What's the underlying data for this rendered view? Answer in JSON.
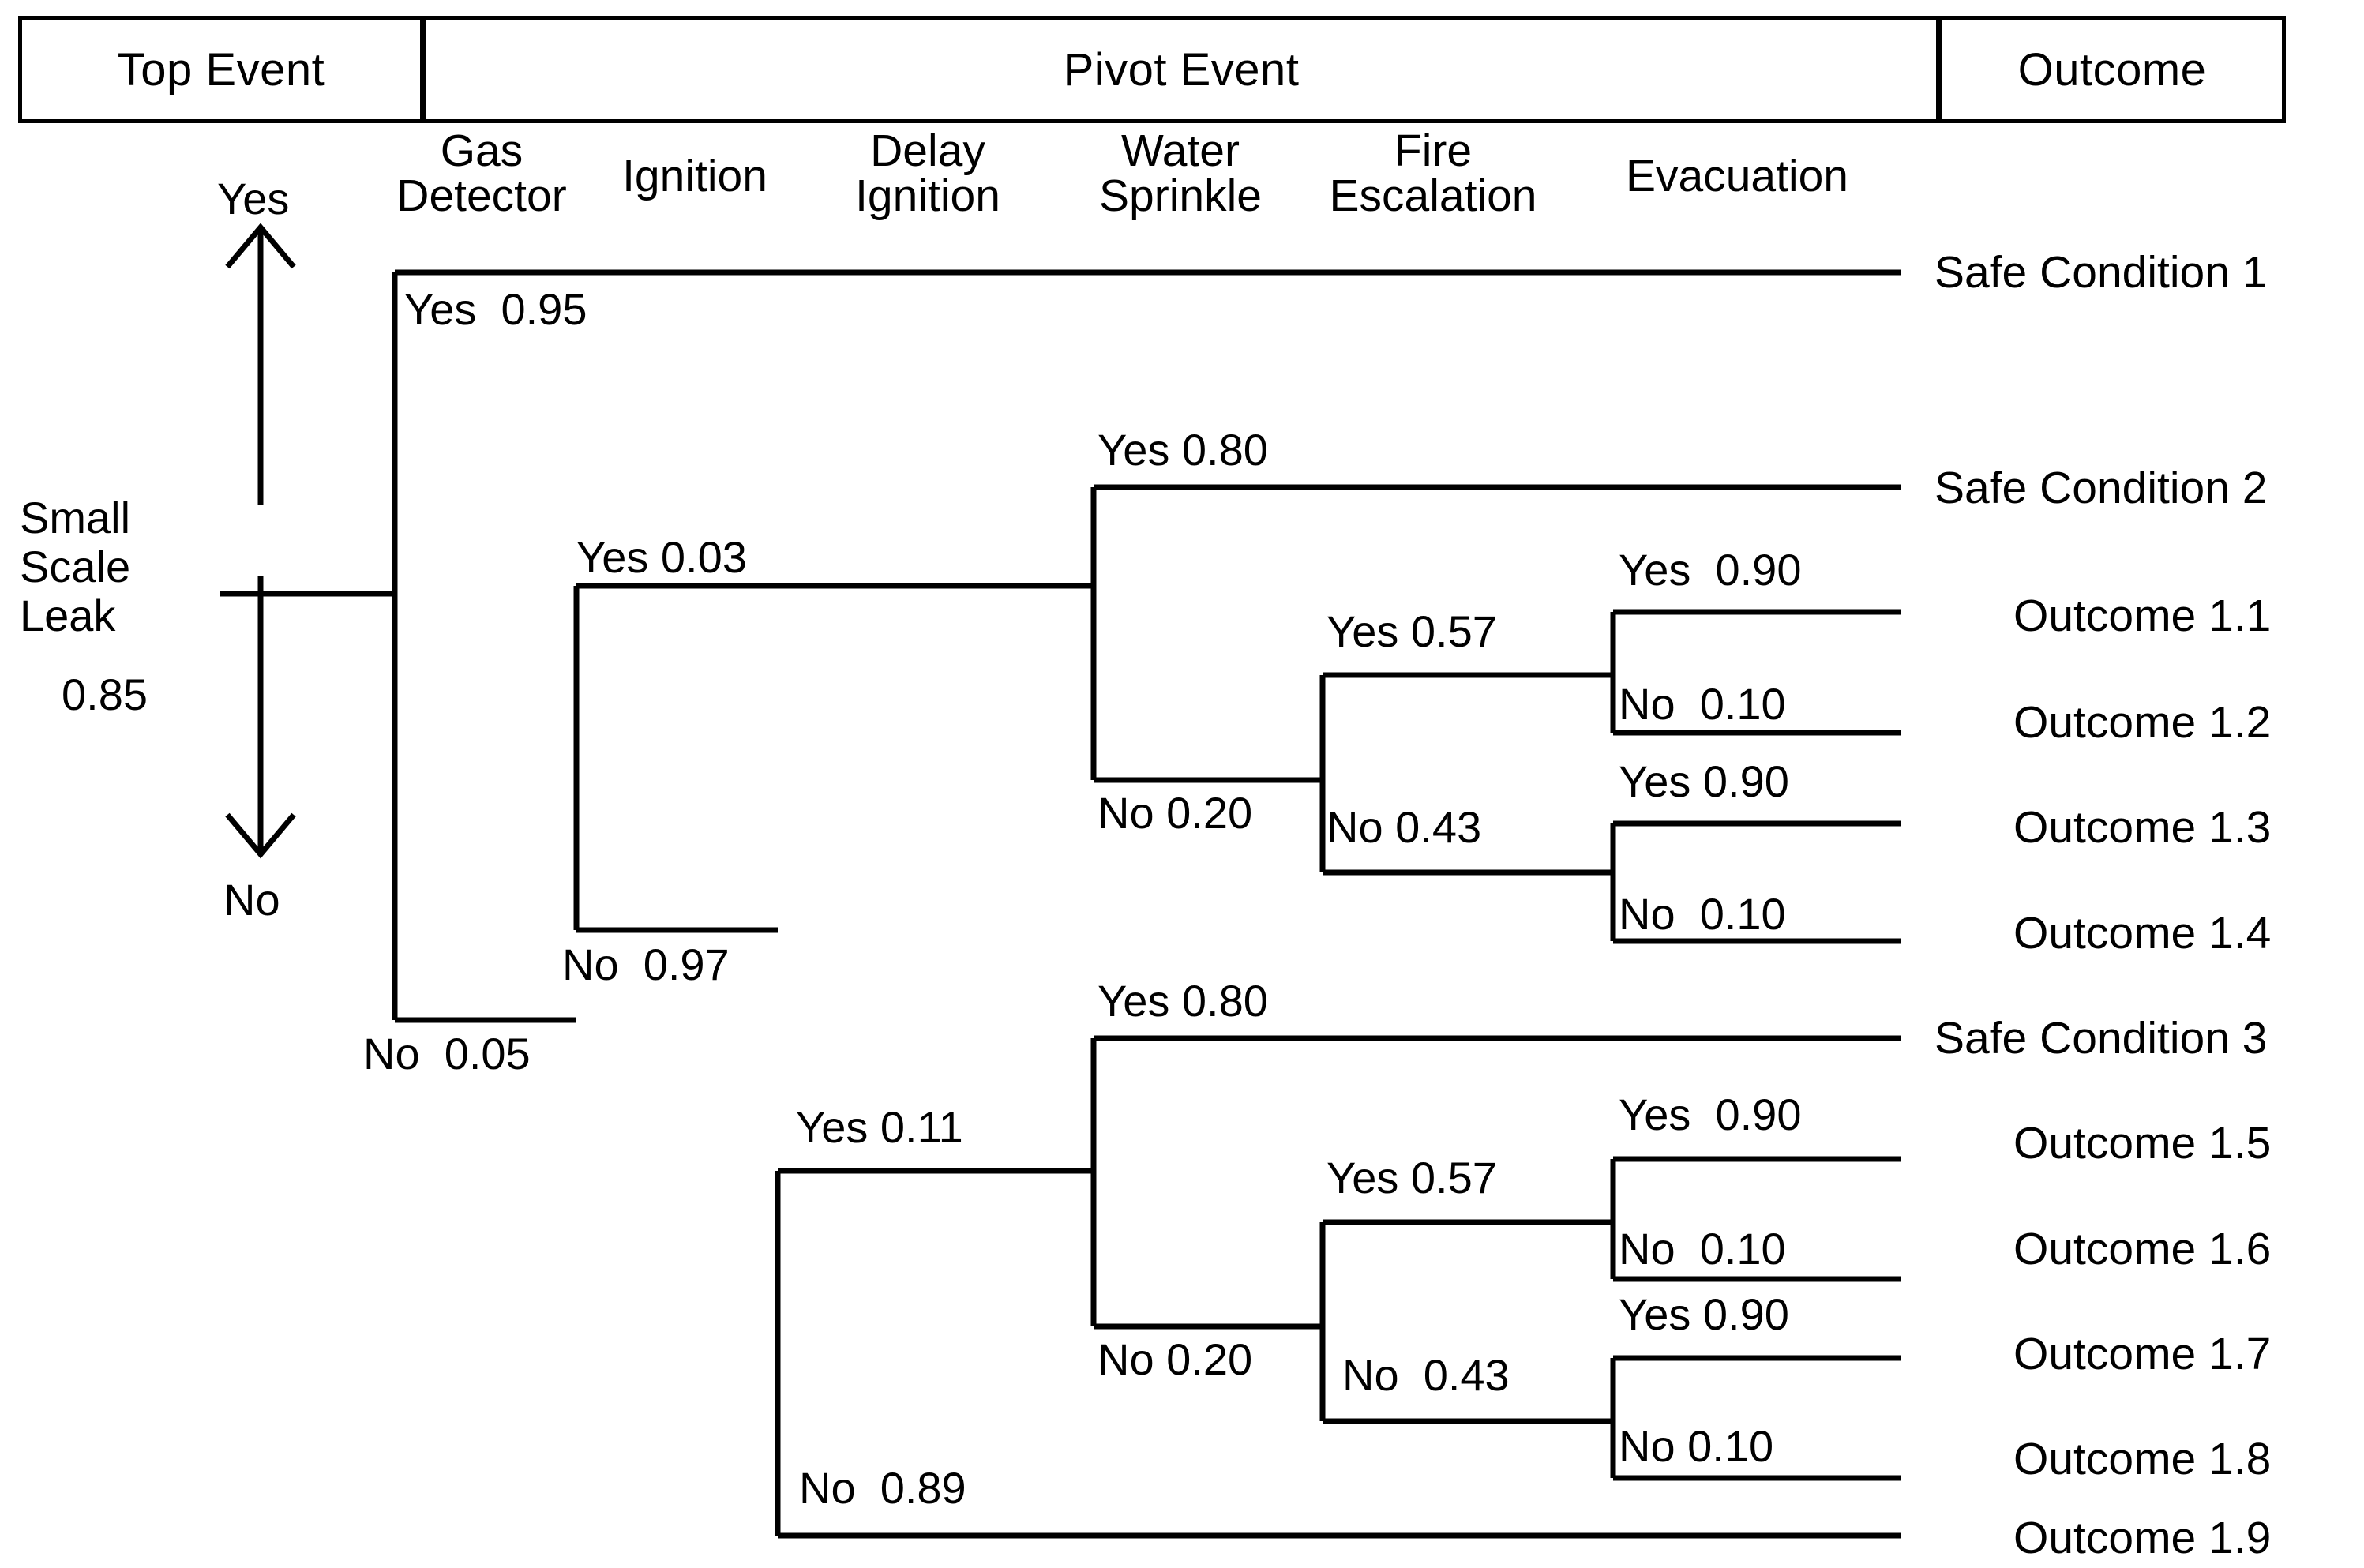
{
  "header": {
    "top_event": "Top Event",
    "pivot_event": "Pivot Event",
    "outcome": "Outcome"
  },
  "columns": [
    {
      "key": "gas_detector",
      "label": "Gas\nDetector"
    },
    {
      "key": "ignition",
      "label": "Ignition"
    },
    {
      "key": "delay_ignition",
      "label": "Delay\nIgnition"
    },
    {
      "key": "water_sprinkle",
      "label": "Water\nSprinkle"
    },
    {
      "key": "fire_escalation",
      "label": "Fire\nEscalation"
    },
    {
      "key": "evacuation",
      "label": "Evacuation"
    }
  ],
  "initiating_event": {
    "name": "Small\nScale\nLeak",
    "probability": "0.85",
    "yes_label": "Yes",
    "no_label": "No"
  },
  "branch_labels": {
    "gas_detector_yes": "Yes  0.95",
    "gas_detector_no": "No  0.05",
    "ignition_upper_yes": "Yes 0.03",
    "ignition_upper_no": "No  0.97",
    "delay_ignition_yes": "Yes 0.11",
    "delay_ignition_no": "No  0.89",
    "water_sprinkle_top_yes": "Yes 0.80",
    "water_sprinkle_top_no": "No 0.20",
    "fire_escalation_top_yes": "Yes 0.57",
    "fire_escalation_top_no": "No 0.43",
    "evac_t1_yes": "Yes  0.90",
    "evac_t1_no": "No  0.10",
    "evac_t2_yes": "Yes 0.90",
    "evac_t2_no": "No  0.10",
    "water_sprinkle_bot_yes": "Yes 0.80",
    "water_sprinkle_bot_no": "No 0.20",
    "fire_escalation_bot_yes": "Yes 0.57",
    "fire_escalation_bot_no": "No  0.43",
    "evac_b1_yes": "Yes  0.90",
    "evac_b1_no": "No  0.10",
    "evac_b2_yes": "Yes 0.90",
    "evac_b2_no": "No 0.10"
  },
  "outcomes": [
    {
      "id": "sc1",
      "label": "Safe Condition 1"
    },
    {
      "id": "sc2",
      "label": "Safe Condition 2"
    },
    {
      "id": "o11",
      "label": "Outcome 1.1"
    },
    {
      "id": "o12",
      "label": "Outcome 1.2"
    },
    {
      "id": "o13",
      "label": "Outcome 1.3"
    },
    {
      "id": "o14",
      "label": "Outcome 1.4"
    },
    {
      "id": "sc3",
      "label": "Safe Condition 3"
    },
    {
      "id": "o15",
      "label": "Outcome 1.5"
    },
    {
      "id": "o16",
      "label": "Outcome 1.6"
    },
    {
      "id": "o17",
      "label": "Outcome 1.7"
    },
    {
      "id": "o18",
      "label": "Outcome 1.8"
    },
    {
      "id": "o19",
      "label": "Outcome 1.9"
    }
  ],
  "colors": {
    "line": "#000000",
    "text": "#000000",
    "background": "#ffffff"
  }
}
